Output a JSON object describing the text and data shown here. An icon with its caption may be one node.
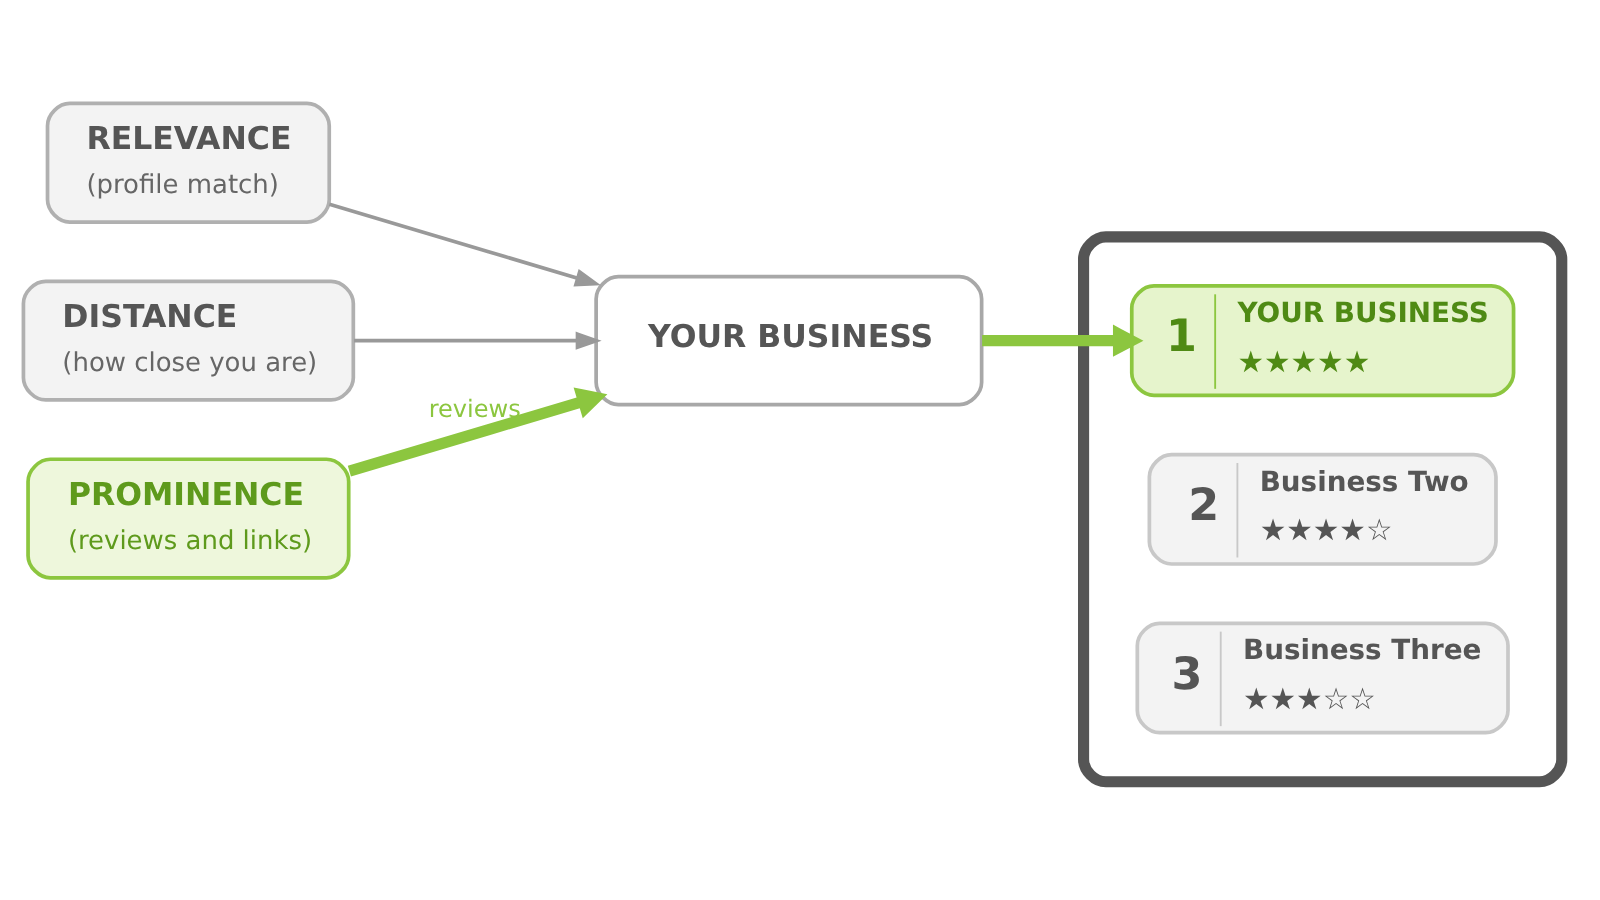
{
  "diagram": {
    "nodes": [
      {
        "text": [
          "RELEVANCE",
          "(profile match)"
        ]
      },
      {
        "text": [
          "DISTANCE",
          "(how close you are)"
        ]
      },
      {
        "text": [
          "PROMINENCE",
          "(reviews and links)"
        ]
      },
      {
        "text": [
          "YOUR BUSINESS"
        ]
      },
      {
        "text": [],
        "shape": "phone"
      },
      {
        "text": [
          "1",
          "YOUR BUSINESS",
          "★★★★★"
        ],
        "in": 4
      },
      {
        "text": [
          "2",
          "Business Two",
          "★★★★☆"
        ],
        "in": 4
      },
      {
        "text": [
          "3",
          "Business Three",
          "★★★☆☆"
        ],
        "in": 4
      }
    ],
    "edges": [
      {
        "from": 0,
        "to": 3,
        "arrow": "to"
      },
      {
        "from": 1,
        "to": 3,
        "arrow": "to"
      },
      {
        "from": 2,
        "to": 3,
        "arrow": "to",
        "label": "reviews",
        "style": "thick",
        "color": "#8cc63f"
      },
      {
        "from": 3,
        "to": 5,
        "arrow": "to",
        "style": "thick",
        "color": "#8cc63f"
      }
    ]
  }
}
